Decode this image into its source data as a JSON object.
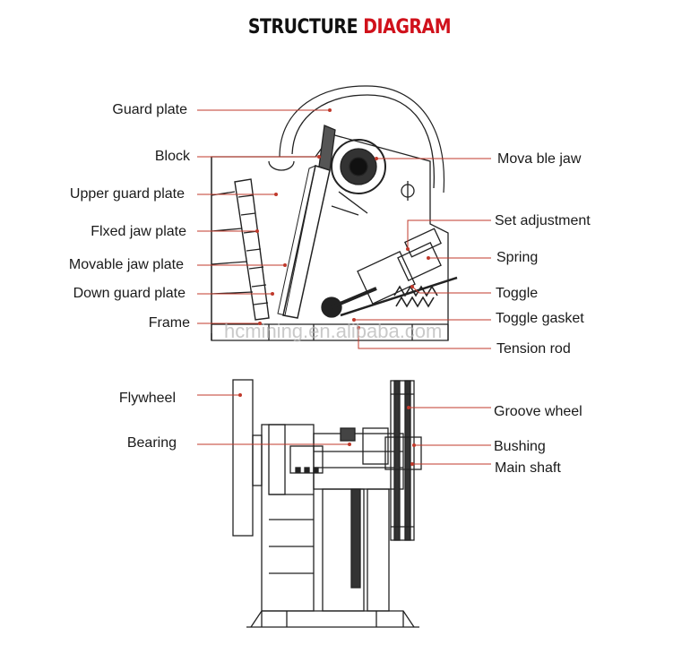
{
  "title": {
    "part1": "STRUCTURE ",
    "part2": "DIAGRAM"
  },
  "labels_top_left": {
    "guard_plate": "Guard plate",
    "block": "Block",
    "upper_guard_plate": "Upper guard plate",
    "fixed_jaw_plate": "Flxed jaw plate",
    "movable_jaw_plate": "Movable jaw plate",
    "down_guard_plate": "Down guard plate",
    "frame": "Frame"
  },
  "labels_top_right": {
    "movable_jaw": "Mova ble jaw",
    "set_adjustment": "Set adjustment",
    "spring": "Spring",
    "toggle": "Toggle",
    "toggle_gasket": "Toggle gasket",
    "tension_rod": "Tension rod"
  },
  "labels_bottom_left": {
    "flywheel": "Flywheel",
    "bearing": "Bearing"
  },
  "labels_bottom_right": {
    "groove_wheel": "Groove wheel",
    "bushing": "Bushing",
    "main_shaft": "Main shaft"
  },
  "watermark": "hcmining.en.alibaba.com",
  "colors": {
    "leader": "#c0392b",
    "title_accent": "#d0111b",
    "drawing": "#222222"
  }
}
